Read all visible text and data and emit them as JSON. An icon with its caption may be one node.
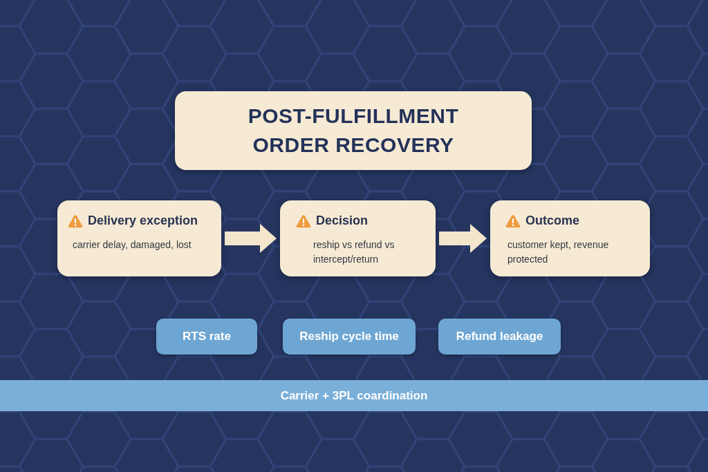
{
  "diagram": {
    "title": "POST-FULFILLMENT ORDER RECOVERY",
    "nodes": [
      {
        "text": [
          "Delivery exception",
          "carrier delay, damaged, lost"
        ]
      },
      {
        "text": [
          "Decision",
          "reship vs refund vs intercept/return"
        ]
      },
      {
        "text": [
          "Outcome",
          "customer kept, revenue protected"
        ]
      },
      {
        "text": [
          "RTS rate"
        ]
      },
      {
        "text": [
          "Reship cycle time"
        ]
      },
      {
        "text": [
          "Refund leakage"
        ]
      },
      {
        "text": [
          "Carrier + 3PL coardination"
        ]
      }
    ],
    "edges": [
      {
        "from": 0,
        "to": 1,
        "arrow": "to",
        "style": "thick"
      },
      {
        "from": 1,
        "to": 2,
        "arrow": "to",
        "style": "thick"
      }
    ]
  }
}
